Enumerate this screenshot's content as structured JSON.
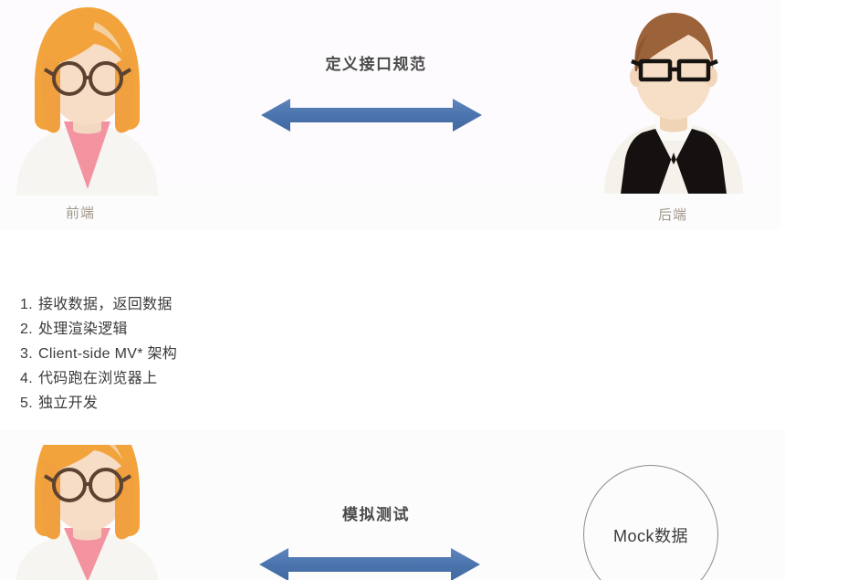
{
  "diagram": {
    "title_top_arrow_label": "定义接口规范",
    "title_bottom_arrow_label": "模拟测试",
    "actors": [
      {
        "id": "frontend-top",
        "caption": "前端",
        "role": "female-developer"
      },
      {
        "id": "backend-top",
        "caption": "后端",
        "role": "male-developer"
      },
      {
        "id": "frontend-bottom",
        "caption": "",
        "role": "female-developer"
      }
    ],
    "mock_node": {
      "label": "Mock数据",
      "shape": "circle",
      "stroke": "#8c8c8c"
    },
    "feature_list": [
      {
        "index": "1.",
        "text": "接收数据，返回数据"
      },
      {
        "index": "2.",
        "text": "处理渲染逻辑"
      },
      {
        "index": "3.",
        "text": "Client-side MV* 架构"
      },
      {
        "index": "4.",
        "text": "代码跑在浏览器上"
      },
      {
        "index": "5.",
        "text": "独立开发"
      }
    ],
    "colors": {
      "arrow_blue": "#4b74ae",
      "arrow_blue_light": "#5d83ba",
      "hair_orange": "#f2a33c",
      "hair_brown": "#9c6239",
      "skin": "#f6dfcb",
      "shirt_pink": "#f2939f",
      "vest_black": "#141110",
      "coat_white": "#f7f5f1",
      "caption_gray": "#9c9384",
      "text_dark": "#3b3b3b",
      "background": "#ffffff"
    }
  }
}
